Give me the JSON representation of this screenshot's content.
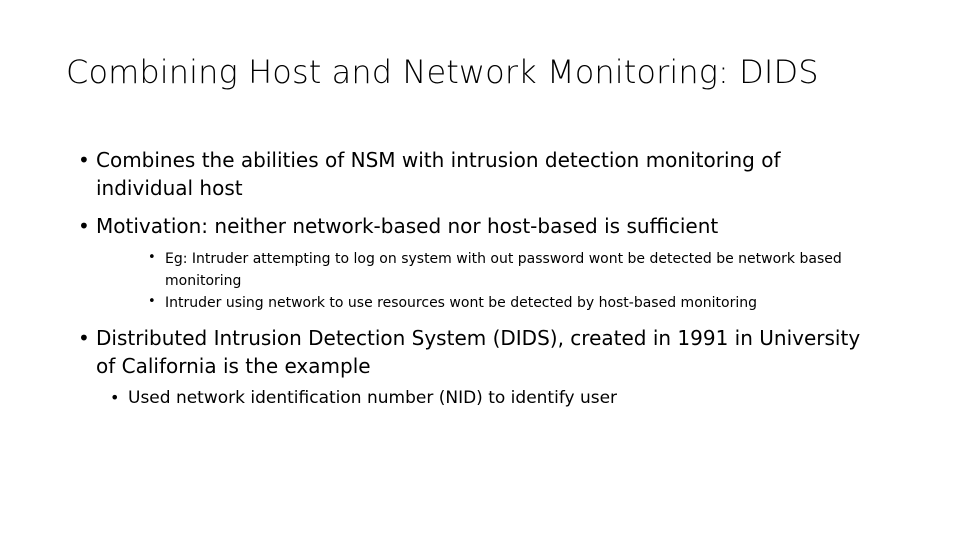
{
  "slide": {
    "title": "Combining Host and Network Monitoring: DIDS",
    "bullet_glyph": "•",
    "text_color": "#000000",
    "background_color": "#ffffff",
    "content": [
      {
        "level": 1,
        "text": "Combines the abilities of NSM with intrusion detection monitoring of individual host"
      },
      {
        "level": 1,
        "text": "Motivation: neither network-based nor host-based is sufficient"
      },
      {
        "level": 2,
        "text": "Eg: Intruder attempting to log on system with out password wont be detected be network based monitoring"
      },
      {
        "level": 2,
        "text": "Intruder using network to use resources wont be detected by host-based monitoring"
      },
      {
        "level": 1,
        "text": "Distributed Intrusion Detection System (DIDS), created in 1991 in University of California is the example"
      },
      {
        "level": 2,
        "text": "Used network identification number (NID) to identify user"
      }
    ]
  }
}
